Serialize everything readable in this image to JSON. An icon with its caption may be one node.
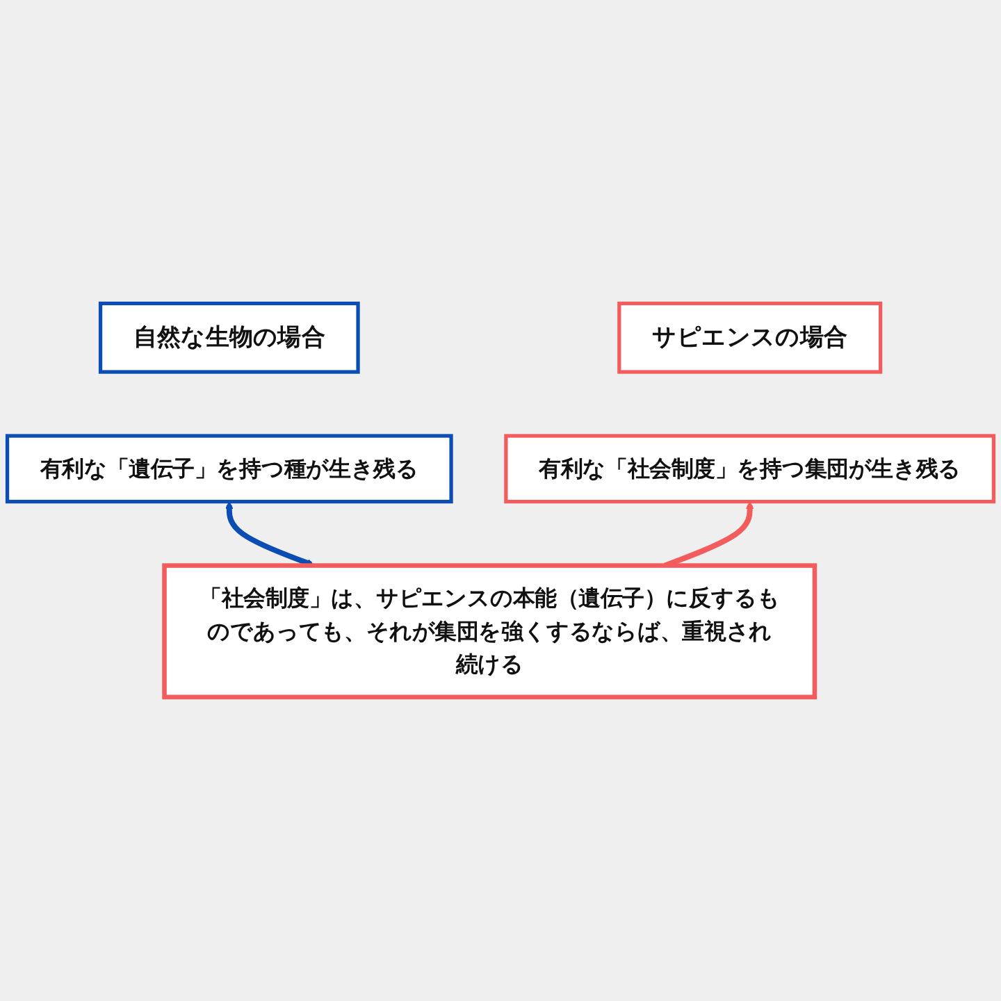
{
  "diagram": {
    "nodes": [
      {
        "text": [
          "自然な生物の場合"
        ]
      },
      {
        "text": [
          "サピエンスの場合"
        ]
      },
      {
        "text": [
          "有利な「遺伝子」を持つ種が生き残る"
        ]
      },
      {
        "text": [
          "有利な「社会制度」を持つ集団が生き残る"
        ]
      },
      {
        "text": [
          "「社会制度」は、サピエンスの本能（遺伝子）に反するものであっても、それが集団を強くするならば、重視され続ける"
        ]
      }
    ],
    "edges": [
      {
        "from": 4,
        "to": 2,
        "arrow": "both",
        "color": "#0b4db3"
      },
      {
        "from": 4,
        "to": 3,
        "arrow": "to",
        "color": "#f25c5c"
      }
    ]
  }
}
